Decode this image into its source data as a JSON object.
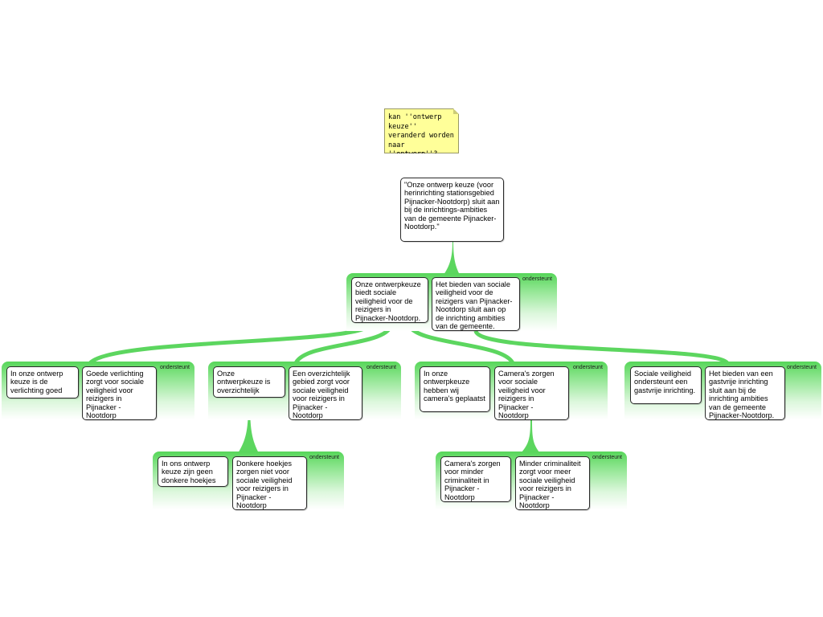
{
  "note": {
    "text": "kan ''ontwerp keuze'' veranderd worden naar ''ontwerp''?"
  },
  "root": {
    "text": "\"Onze ontwerp keuze (voor herinrichting stationsgebied Pijnacker-Nootdorp) sluit aan bij de inrichtings-ambities van de gemeente Pijnacker- Nootdorp.\""
  },
  "level1": {
    "label": "ondersteunt",
    "reasons": [
      {
        "text": "Onze ontwerpkeuze biedt sociale veiligheid voor de reizigers in Pijnacker-Nootdorp."
      },
      {
        "text": "Het bieden van sociale veiligheid voor de reizigers van Pijnacker-Nootdorp sluit aan op de inrichting ambities van de gemeente."
      }
    ]
  },
  "level2": [
    {
      "label": "ondersteunt",
      "reasons": [
        {
          "text": "In onze ontwerp keuze is de verlichting goed"
        },
        {
          "text": "Goede verlichting zorgt voor sociale veiligheid voor reizigers in Pijnacker - Nootdorp"
        }
      ]
    },
    {
      "label": "ondersteunt",
      "reasons": [
        {
          "text": "Onze ontwerpkeuze is overzichtelijk"
        },
        {
          "text": "Een overzichtelijk gebied zorgt voor sociale veiligheid voor reizigers in Pijnacker - Nootdorp"
        }
      ]
    },
    {
      "label": "ondersteunt",
      "reasons": [
        {
          "text": "In onze ontwerpkeuze hebben wij camera's geplaatst"
        },
        {
          "text": "Camera's zorgen voor sociale veiligheid voor reizigers in Pijnacker - Nootdorp"
        }
      ]
    },
    {
      "label": "ondersteunt",
      "reasons": [
        {
          "text": "Sociale veiligheid ondersteunt een gastvrije inrichting."
        },
        {
          "text": "Het bieden van een gastvrije inrichting sluit aan bij de inrichting ambities van de gemeente Pijnacker-Nootdorp."
        }
      ]
    }
  ],
  "level3": [
    {
      "label": "ondersteunt",
      "reasons": [
        {
          "text": "In ons ontwerp keuze zijn geen donkere hoekjes"
        },
        {
          "text": "Donkere hoekjes zorgen niet voor sociale veiligheid voor reizigers in Pijnacker - Nootdorp"
        }
      ]
    },
    {
      "label": "ondersteunt",
      "reasons": [
        {
          "text": "Camera's zorgen voor minder criminaliteit in Pijnacker - Nootdorp"
        },
        {
          "text": "Minder criminaliteit zorgt voor meer sociale veiligheid voor reizigers in Pijnacker - Nootdorp"
        }
      ]
    }
  ],
  "colors": {
    "link": "#5cd65f",
    "group_top": "#57d65a",
    "note_bg": "#ffff99"
  }
}
